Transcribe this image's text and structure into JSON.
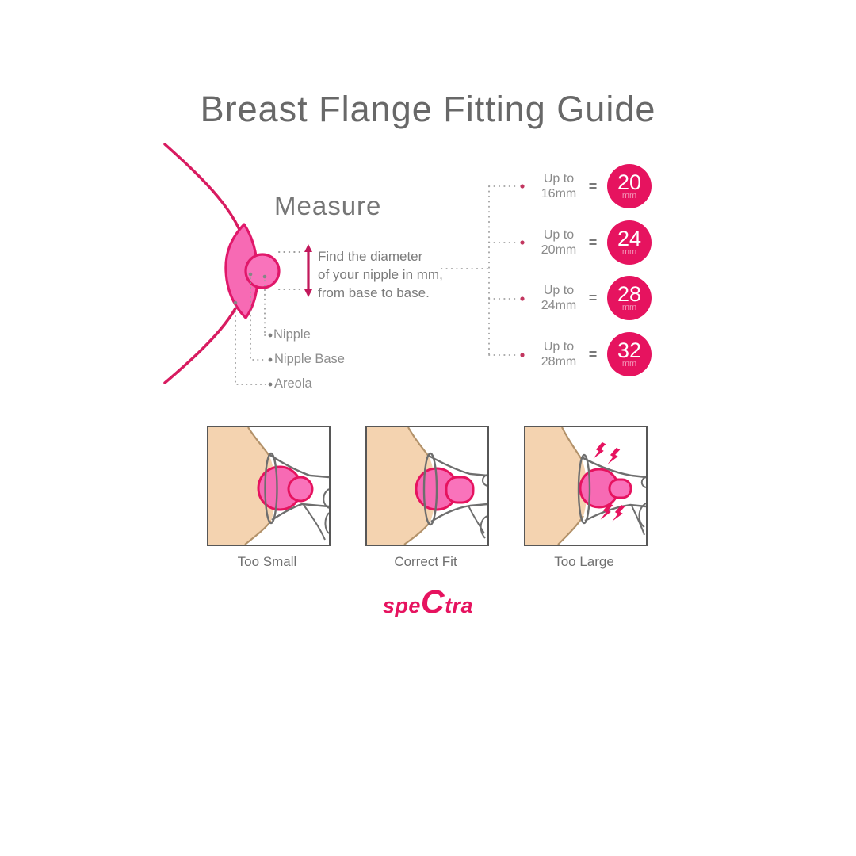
{
  "title": "Breast Flange Fitting Guide",
  "colors": {
    "pink": "#e6135f",
    "curve_stroke": "#d81b60",
    "areola_fill": "#f76ab4",
    "skin": "#f4d3b0",
    "skin_edge": "#b3926a",
    "outline_gray": "#6e6e6e",
    "text_gray": "#7b7b7b"
  },
  "measure": {
    "heading": "Measure",
    "instruction_line1": "Find the diameter",
    "instruction_line2": "of your nipple in mm,",
    "instruction_line3": "from base to base.",
    "labels": {
      "nipple": "Nipple",
      "nipple_base": "Nipple Base",
      "areola": "Areola"
    }
  },
  "size_chart": {
    "equals": "=",
    "rows": [
      {
        "range_top": "Up to",
        "range_bottom": "16mm",
        "flange_size": "20",
        "unit": "mm"
      },
      {
        "range_top": "Up to",
        "range_bottom": "20mm",
        "flange_size": "24",
        "unit": "mm"
      },
      {
        "range_top": "Up to",
        "range_bottom": "24mm",
        "flange_size": "28",
        "unit": "mm"
      },
      {
        "range_top": "Up to",
        "range_bottom": "28mm",
        "flange_size": "32",
        "unit": "mm"
      }
    ]
  },
  "fit_examples": {
    "too_small": "Too Small",
    "correct_fit": "Correct Fit",
    "too_large": "Too Large"
  },
  "brand": {
    "pre": "spe",
    "mid": "C",
    "post": "tra"
  }
}
